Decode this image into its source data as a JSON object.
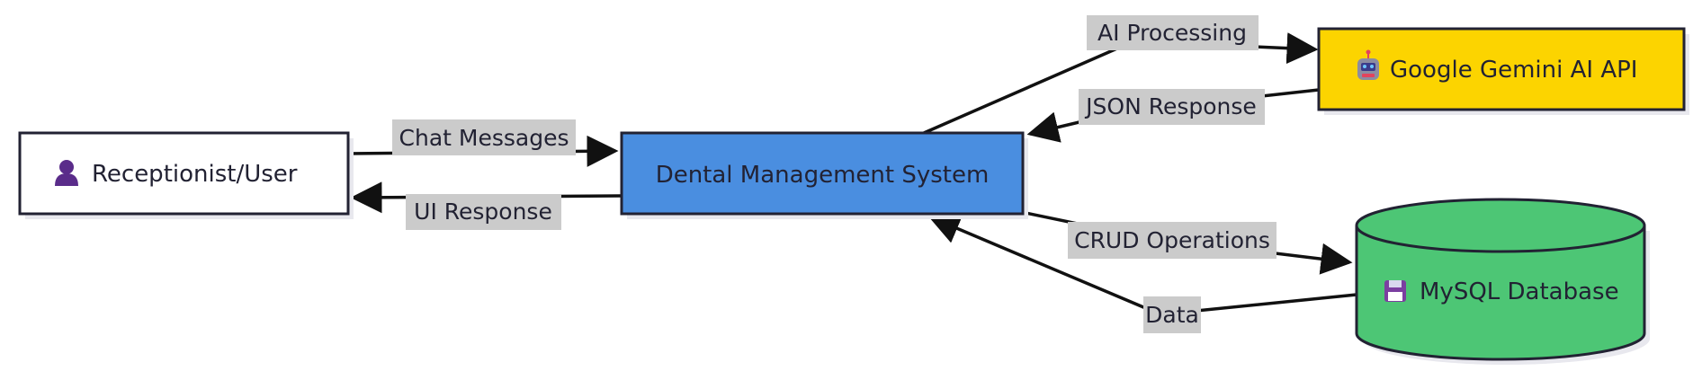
{
  "nodes": {
    "user": {
      "label": "Receptionist/User",
      "icon": "person-icon",
      "fill": "#ffffff"
    },
    "system": {
      "label": "Dental Management System",
      "fill": "#4a8ee0"
    },
    "gemini": {
      "label": "Google Gemini AI API",
      "icon": "robot-icon",
      "fill": "#fcd400"
    },
    "database": {
      "label": "MySQL Database",
      "icon": "floppy-disk-icon",
      "fill": "#4dc675"
    }
  },
  "edges": {
    "chat_messages": "Chat Messages",
    "ui_response": "UI Response",
    "ai_processing": "AI Processing",
    "json_response": "JSON Response",
    "crud_operations": "CRUD Operations",
    "data": "Data"
  },
  "colors": {
    "stroke": "#222233",
    "shadow": "#e8e8ee",
    "label_background": "#cbcbcb"
  }
}
